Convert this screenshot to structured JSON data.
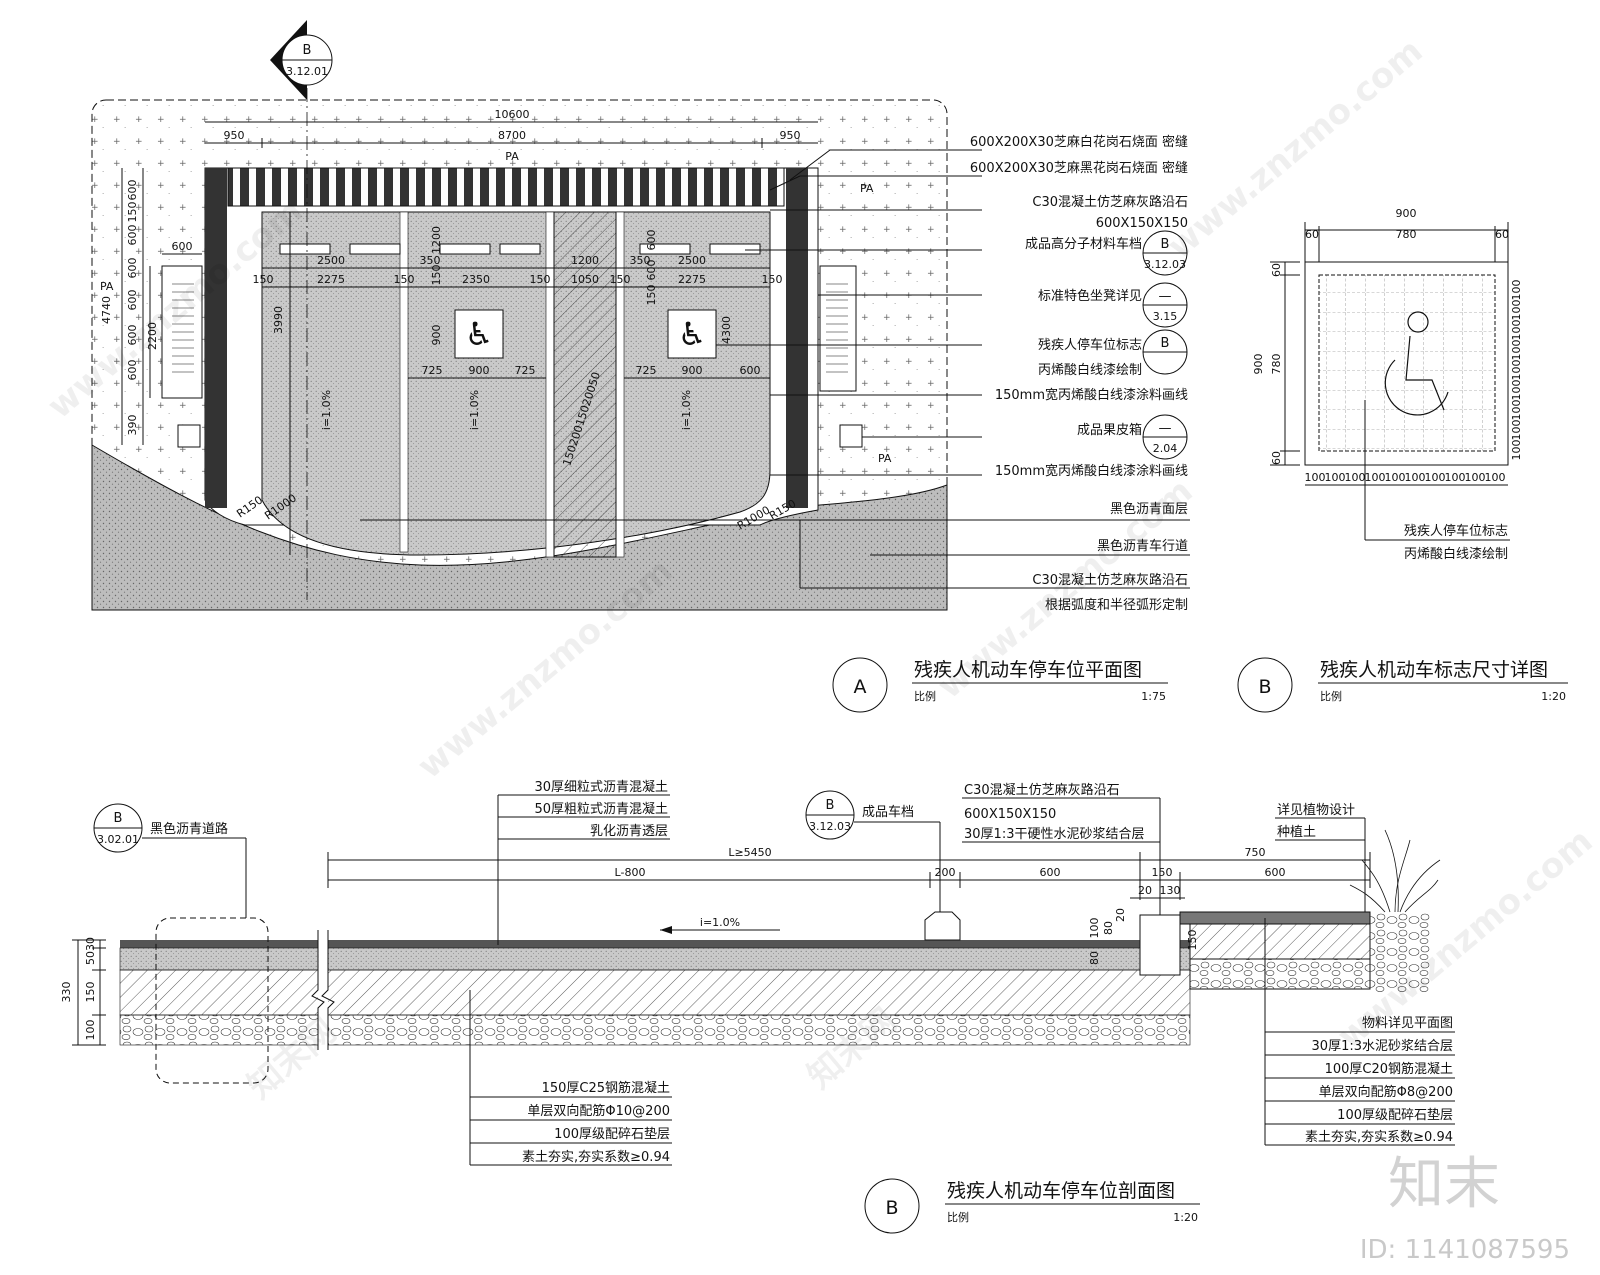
{
  "plan": {
    "callout_letter": "B",
    "callout_ref": "3.12.01",
    "dims_top": {
      "total": "10600",
      "left": "950",
      "mid": "8700",
      "right": "950"
    },
    "pa": "PA",
    "left_dims": [
      "600",
      "150",
      "600",
      "600",
      "600",
      "600",
      "600",
      "390"
    ],
    "left_total": "4740",
    "left_600": "600",
    "left_2200": "2200",
    "stall_dims": [
      "2500",
      "2275",
      "150",
      "150",
      "350",
      "2350",
      "150",
      "1200",
      "1050",
      "150",
      "350",
      "2500",
      "2275",
      "150"
    ],
    "sign_dims": [
      "725",
      "900",
      "725",
      "725",
      "900",
      "600"
    ],
    "vert_dims": [
      "3990",
      "900",
      "1200",
      "150",
      "600",
      "600",
      "150",
      "4300"
    ],
    "slope": "i=1.0%",
    "radius_left": "R1000",
    "radius_right": "R1000",
    "radius_small": "R150",
    "hatch_dims": "15020015020050",
    "notes": [
      {
        "text": "600X200X30芝麻白花岗石烧面 密缝"
      },
      {
        "text": "600X200X30芝麻黑花岗石烧面 密缝"
      },
      {
        "text": "C30混凝土仿芝麻灰路沿石"
      },
      {
        "text": "600X150X150"
      },
      {
        "text": "成品高分子材料车档"
      },
      {
        "text": "标准特色坐凳详见"
      },
      {
        "text": "残疾人停车位标志"
      },
      {
        "text": "丙烯酸白线漆绘制"
      },
      {
        "text": "150mm宽丙烯酸白线漆涂料画线"
      },
      {
        "text": "成品果皮箱"
      },
      {
        "text": "150mm宽丙烯酸白线漆涂料画线"
      },
      {
        "text": "黑色沥青面层"
      },
      {
        "text": "黑色沥青车行道"
      },
      {
        "text": "C30混凝土仿芝麻灰路沿石"
      },
      {
        "text": "根据弧度和半径弧形定制"
      }
    ],
    "callouts": [
      {
        "top": "B",
        "bottom": "3.12.03"
      },
      {
        "top": "—",
        "bottom": "3.15"
      },
      {
        "top": "B",
        "bottom": ""
      },
      {
        "top": "—",
        "bottom": "2.04"
      }
    ],
    "title": {
      "letter": "A",
      "text": "残疾人机动车停车位平面图",
      "scale_label": "比例",
      "scale": "1:75"
    }
  },
  "sign": {
    "dims_top": {
      "total": "900",
      "left": "60",
      "mid": "780",
      "right": "60"
    },
    "dims_left": {
      "total": "900",
      "inner": "780",
      "top": "60",
      "bottom": "60"
    },
    "grid_label": "100",
    "note1": "残疾人停车位标志",
    "note2": "丙烯酸白线漆绘制",
    "title": {
      "letter": "B",
      "text": "残疾人机动车标志尺寸详图",
      "scale_label": "比例",
      "scale": "1:20"
    }
  },
  "section": {
    "road_callout": {
      "top": "B",
      "bottom": "3.02.01",
      "label": "黑色沥青道路"
    },
    "layers_top": [
      "30厚细粒式沥青混凝土",
      "50厚粗粒式沥青混凝土",
      "乳化沥青透层"
    ],
    "stop_callout": {
      "top": "B",
      "bottom": "3.12.03",
      "label": "成品车档"
    },
    "curb_notes": [
      "C30混凝土仿芝麻灰路沿石",
      "600X150X150",
      "30厚1:3干硬性水泥砂浆结合层"
    ],
    "plant_notes": [
      "详见植物设计",
      "种植土"
    ],
    "dims": {
      "L": "L≥5450",
      "Lm": "L-800",
      "d200": "200",
      "d600a": "600",
      "d150": "150",
      "d750": "750",
      "d600b": "600",
      "d20": "20",
      "d130": "130"
    },
    "slope": "i=1.0%",
    "left_dims": [
      "330",
      "50",
      "30",
      "150",
      "100"
    ],
    "curb_dims": [
      "100",
      "80",
      "20",
      "80",
      "150"
    ],
    "bottom_left": [
      "150厚C25钢筋混凝土",
      "单层双向配筋Φ10@200",
      "100厚级配碎石垫层",
      "素土夯实,夯实系数≥0.94"
    ],
    "bottom_right": [
      "物料详见平面图",
      "30厚1:3水泥砂浆结合层",
      "100厚C20钢筋混凝土",
      "单层双向配筋Φ8@200",
      "100厚级配碎石垫层",
      "素土夯实,夯实系数≥0.94"
    ],
    "title": {
      "letter": "B",
      "text": "残疾人机动车停车位剖面图",
      "scale_label": "比例",
      "scale": "1:20"
    }
  },
  "watermark": {
    "site": "www.znzmo.com",
    "brand": "知末网",
    "logo": "知末",
    "id": "ID: 1141087595"
  }
}
